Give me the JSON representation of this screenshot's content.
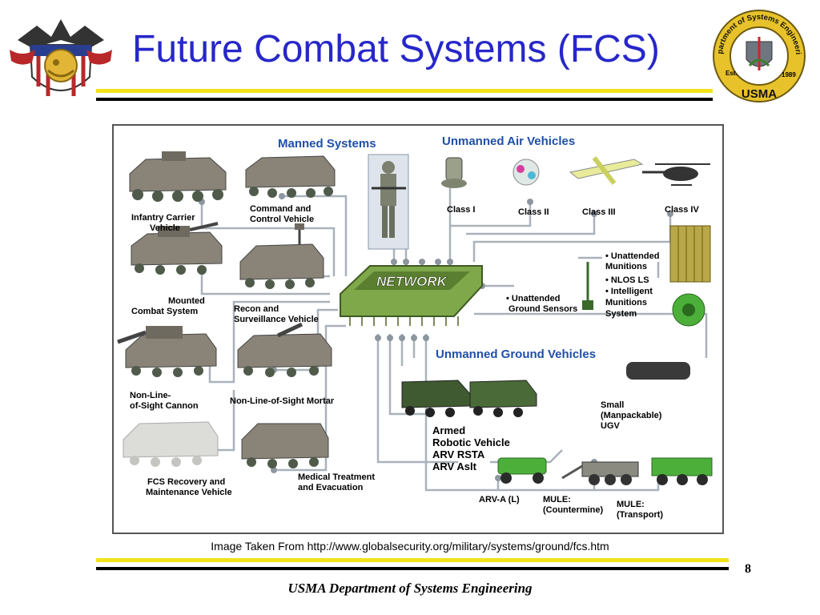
{
  "slide": {
    "title": "Future Combat Systems (FCS)",
    "caption": "Image Taken From http://www.globalsecurity.org/military/systems/ground/fcs.htm",
    "page_number": "8",
    "footer": "USMA Department of Systems Engineering"
  },
  "seal": {
    "ring_text": "Department of Systems Engineering",
    "left": "Est.",
    "right": "1989",
    "bottom": "USMA"
  },
  "diagram": {
    "manned_header": "Manned Systems",
    "uav_header": "Unmanned Air Vehicles",
    "ugv_header": "Unmanned Ground Vehicles",
    "network_label": "NETWORK",
    "manned": {
      "icv": [
        "Infantry Carrier",
        "Vehicle"
      ],
      "c2v": [
        "Command and",
        "Control Vehicle"
      ],
      "mcs": [
        "Mounted",
        "Combat System"
      ],
      "rsv": [
        "Recon and",
        "Surveillance Vehicle"
      ],
      "nlos_c": [
        "Non-Line-",
        "of-Sight Cannon"
      ],
      "nlos_m": [
        "Non-Line-of-Sight Mortar"
      ],
      "frmv": [
        "FCS Recovery and",
        "Maintenance Vehicle"
      ],
      "mv": [
        "Medical Treatment",
        "and Evacuation"
      ]
    },
    "uav": {
      "class1": "Class I",
      "class2": "Class II",
      "class3": "Class III",
      "class4": "Class IV"
    },
    "sensors": [
      "• Unattended",
      "  Ground Sensors"
    ],
    "munitions": [
      "• Unattended",
      "  Munitions",
      "  • NLOS LS",
      "  • Intelligent",
      "    Munitions",
      "    System"
    ],
    "ugv": {
      "arv": [
        "Armed",
        "Robotic Vehicle",
        "ARV RSTA",
        "ARV Aslt"
      ],
      "small": [
        "Small",
        "(Manpackable)",
        "UGV"
      ],
      "arva": [
        "ARV-A (L)"
      ],
      "mule_c": [
        "MULE:",
        "(Countermine)"
      ],
      "mule_t": [
        "MULE:",
        "(Transport)"
      ]
    }
  },
  "colors": {
    "title": "#2727c9",
    "header_blue": "#1f4fa8",
    "rule_yellow": "#f2e21a",
    "network_green": "#7fa84a"
  }
}
